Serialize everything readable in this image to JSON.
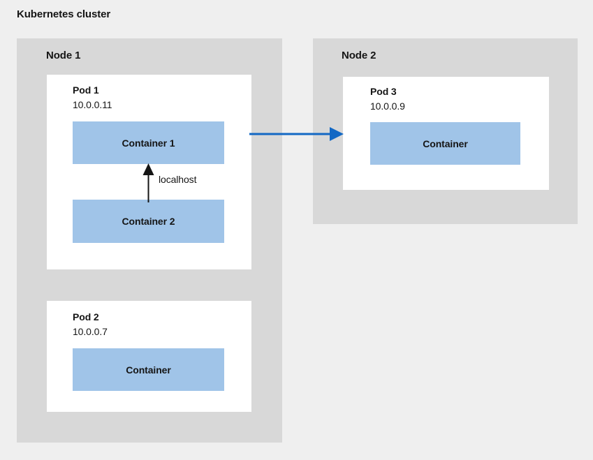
{
  "diagram": {
    "title": "Kubernetes cluster",
    "type": "architecture-diagram",
    "background_color": "#efefef",
    "node_color": "#d8d8d8",
    "pod_color": "#ffffff",
    "container_color": "#a0c4e8",
    "text_color": "#151515",
    "arrow_color_external": "#1368c4",
    "arrow_color_internal": "#151515"
  },
  "nodes": [
    {
      "label": "Node 1",
      "pods": [
        {
          "name": "Pod 1",
          "ip": "10.0.0.11",
          "containers": [
            {
              "label": "Container 1"
            },
            {
              "label": "Container 2"
            }
          ]
        },
        {
          "name": "Pod 2",
          "ip": "10.0.0.7",
          "containers": [
            {
              "label": "Container"
            }
          ]
        }
      ]
    },
    {
      "label": "Node 2",
      "pods": [
        {
          "name": "Pod 3",
          "ip": "10.0.0.9",
          "containers": [
            {
              "label": "Container"
            }
          ]
        }
      ]
    }
  ],
  "connections": [
    {
      "label": "localhost",
      "from": "Container 2",
      "to": "Container 1",
      "style": "internal-vertical-arrow",
      "color": "#151515"
    },
    {
      "label": "",
      "from": "Container 1",
      "to": "Pod 3 Container",
      "style": "external-horizontal-arrow",
      "color": "#1368c4"
    }
  ]
}
